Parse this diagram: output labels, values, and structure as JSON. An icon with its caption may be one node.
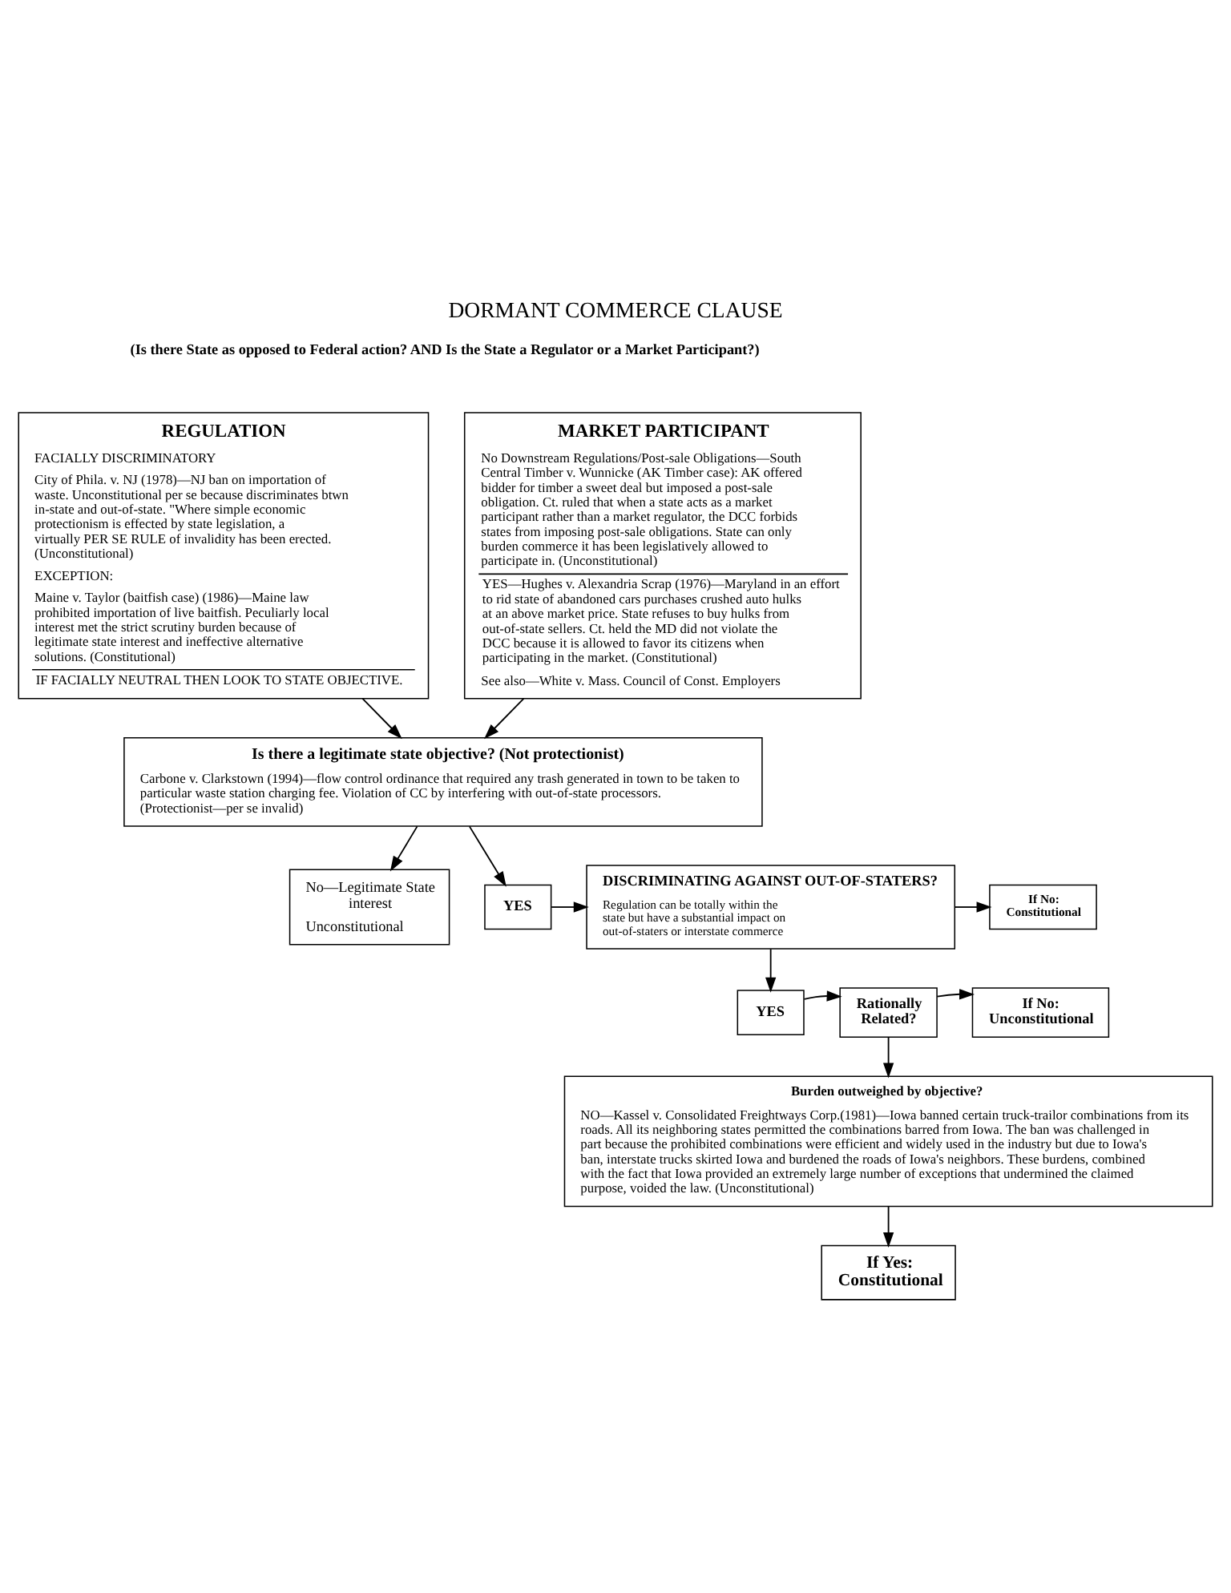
{
  "diagram": {
    "title": "DORMANT COMMERCE CLAUSE",
    "nodes": [
      {
        "text": [
          "REGULATION",
          "FACIALLY DISCRIMINATORY",
          "City of Phila. v. NJ (1978)—NJ ban on importation of waste. Unconstitutional per se because discriminates btwn in-state and out-of-state. \"Where simple economic protectionism is effected by state legislation, a virtually PER SE RULE of invalidity has been erected. (Unconstitutional)",
          "EXCEPTION:",
          "Maine v. Taylor (baitfish case) (1986)—Maine law prohibited importation of live baitfish. Peculiarly local interest met the strict scrutiny burden because of legitimate state interest and ineffective alternative solutions. (Constitutional)",
          "IF FACIALLY NEUTRAL THEN LOOK TO STATE OBJECTIVE."
        ]
      },
      {
        "text": [
          "MARKET PARTICIPANT",
          "No Downstream Regulations/Post-sale Obligations—South Central Timber v. Wunnicke (AK Timber case): AK offered bidder for timber a sweet deal but imposed a post-sale obligation. Ct. ruled that when a state acts as a market participant rather than a market regulator, the DCC forbids states from imposing post-sale obligations. State can only burden commerce it has been legislatively allowed to participate in. (Unconstitutional)",
          "YES—Hughes v. Alexandria Scrap (1976)—Maryland in an effort to rid state of abandoned cars purchases crushed auto hulks at an above market price. State refuses to buy hulks from out-of-state sellers. Ct. held the MD did not violate the DCC because it is allowed to favor its citizens when participating in the market. (Constitutional)",
          "See also—White v. Mass. Council of Const. Employers"
        ]
      },
      {
        "text": [
          "Is there a legitimate state objective? (Not protectionist)",
          "Carbone v. Clarkstown (1994)—flow control ordinance that required any trash generated in town to be taken to particular waste station charging fee. Violation of CC by interfering with out-of-state processors. (Protectionist—per se invalid)"
        ]
      },
      {
        "text": [
          "No—Legitimate State interest",
          "Unconstitutional"
        ]
      },
      {
        "text": [
          "YES"
        ]
      },
      {
        "text": [
          "DISCRIMINATING AGAINST OUT-OF-STATERS?",
          "Regulation can be totally within the state but have a substantial impact on out-of-staters or interstate commerce"
        ]
      },
      {
        "text": [
          "If No: Constitutional"
        ]
      },
      {
        "text": [
          "YES"
        ]
      },
      {
        "text": [
          "Rationally Related?"
        ]
      },
      {
        "text": [
          "If No: Unconstitutional"
        ]
      },
      {
        "text": [
          "Burden outweighed by objective?",
          "NO—Kassel v. Consolidated Freightways Corp.(1981)—Iowa banned certain truck-trailor combinations from its roads. All its neighboring states permitted the combinations barred from Iowa. The ban was challenged in part because the prohibited combinations were efficient and widely used in the industry but due to Iowa's ban, interstate trucks skirted Iowa and burdened the roads of Iowa's neighbors. These burdens, combined with the fact that Iowa provided an extremely large number of exceptions that undermined the claimed purpose, voided the law. (Unconstitutional)"
        ]
      },
      {
        "text": [
          "If Yes: Constitutional"
        ]
      }
    ],
    "edges": [
      {
        "from": 0,
        "to": 2,
        "arrow": "to"
      },
      {
        "from": 1,
        "to": 2,
        "arrow": "to"
      },
      {
        "from": 2,
        "to": 3,
        "arrow": "to"
      },
      {
        "from": 2,
        "to": 4,
        "arrow": "to"
      },
      {
        "from": 4,
        "to": 5,
        "arrow": "to"
      },
      {
        "from": 5,
        "to": 6,
        "arrow": "to"
      },
      {
        "from": 5,
        "to": 7,
        "arrow": "to"
      },
      {
        "from": 7,
        "to": 8,
        "arrow": "to"
      },
      {
        "from": 8,
        "to": 9,
        "arrow": "to"
      },
      {
        "from": 8,
        "to": 10,
        "arrow": "to"
      },
      {
        "from": 10,
        "to": 11,
        "arrow": "to"
      }
    ],
    "labels": [
      "(Is there State as opposed to Federal action? AND Is the State a Regulator or a Market Participant?)"
    ]
  }
}
